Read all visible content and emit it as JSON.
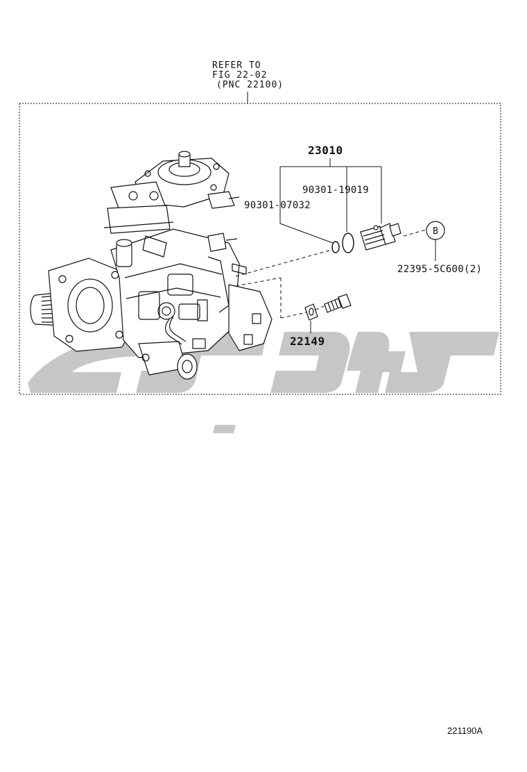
{
  "reference": {
    "line1": "REFER TO",
    "line2": "FIG 22-02",
    "line3": "(PNC 22100)"
  },
  "parts": {
    "assembly": "23010",
    "oring_large": "90301-19019",
    "oring_small": "90301-07032",
    "callout_part": "22395-5C600(2)",
    "washer_bolt": "22149"
  },
  "callout_letter": "B",
  "watermark": {
    "text": "ﻚﻴﻧﺎﻜﻣ",
    "color": "#c4c4c4"
  },
  "footer": {
    "figure_code": "221190A"
  },
  "colors": {
    "line": "#111111",
    "watermark": "#c4c4c4"
  }
}
